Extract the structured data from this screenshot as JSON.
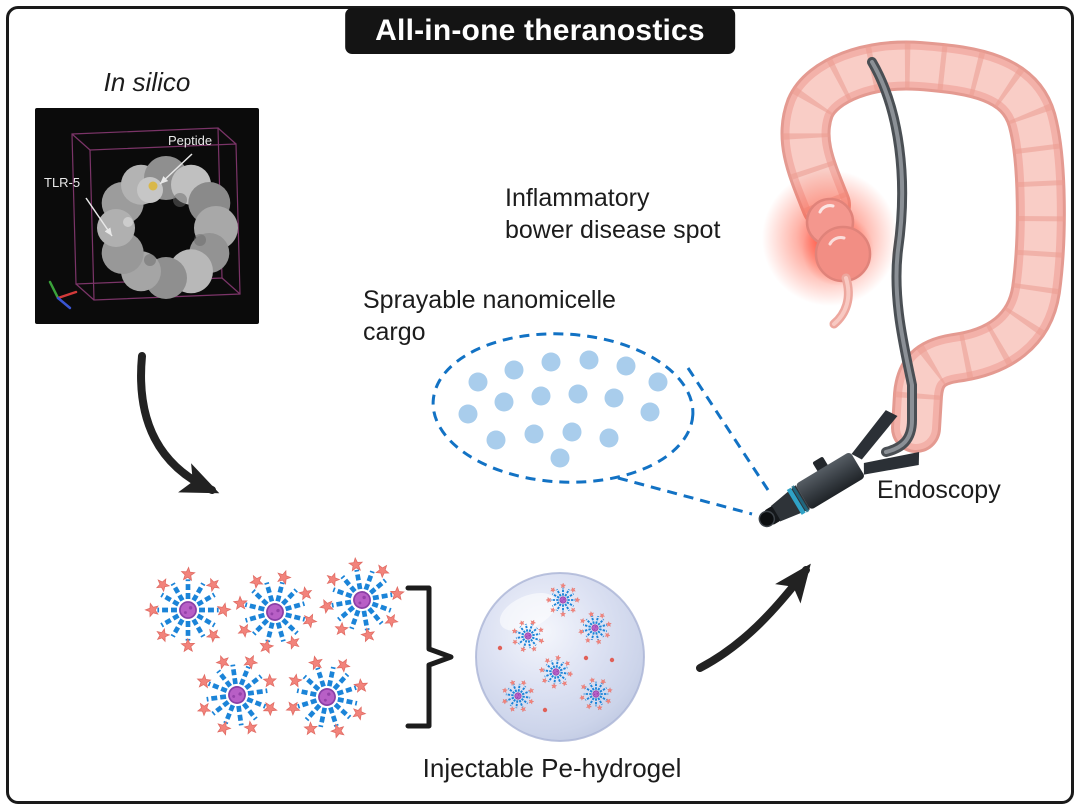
{
  "figure": {
    "title": "All-in-one theranostics",
    "in_silico": {
      "label": "In silico",
      "peptide_label": "Peptide",
      "tlr5_label": "TLR-5"
    },
    "annotations": {
      "ibd_spot": "Inflammatory\nbower disease spot",
      "nanomicelle": "Sprayable nanomicelle\ncargo",
      "endoscopy": "Endoscopy",
      "hydrogel": "Injectable Pe-hydrogel"
    },
    "colors": {
      "banner_black": "#141414",
      "accent_blue": "#1272c4",
      "cargo_dot_blue": "#a9cdec",
      "colon_pink": "#f3b1a9",
      "inflammation_red": "#ff2d1f",
      "micelle_blue": "#1b84d8",
      "micelle_star_salmon": "#f2837b",
      "micelle_core_purple": "#b85fc6",
      "hydrogel_lavender": "#d8ddf0"
    }
  }
}
